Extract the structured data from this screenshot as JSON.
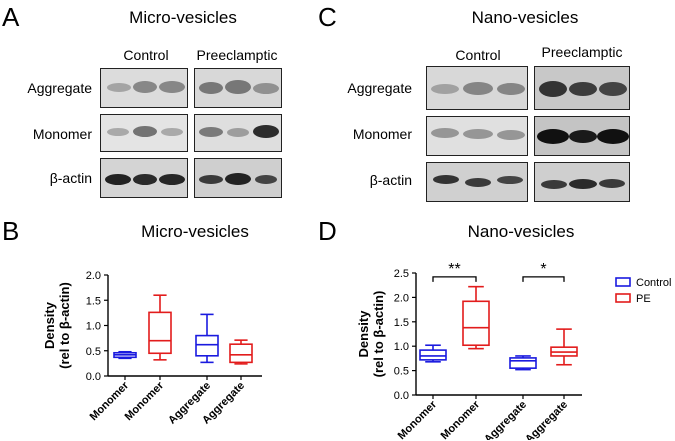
{
  "panels": {
    "A": {
      "letter": "A",
      "title": "Micro-vesicles",
      "columns": [
        "Control",
        "Preeclamptic"
      ],
      "rows": [
        "Aggregate",
        "Monomer",
        "β-actin"
      ]
    },
    "C": {
      "letter": "C",
      "title": "Nano-vesicles",
      "columns": [
        "Control",
        "Preeclamptic"
      ],
      "rows": [
        "Aggregate",
        "Monomer",
        "β-actin"
      ]
    },
    "B": {
      "letter": "B",
      "title": "Micro-vesicles"
    },
    "D": {
      "letter": "D",
      "title": "Nano-vesicles"
    }
  },
  "chart_data": [
    {
      "type": "box",
      "panel": "B",
      "title": "Micro-vesicles",
      "ylabel": "Density\n(rel to β-actin)",
      "ylim": [
        0.0,
        2.0
      ],
      "yticks": [
        "0.0",
        "0.5",
        "1.0",
        "1.5",
        "2.0"
      ],
      "categories": [
        "Monomer",
        "Monomer",
        "Aggregate",
        "Aggregate"
      ],
      "boxes": [
        {
          "group": "Control",
          "color": "#1a1adf",
          "min": 0.35,
          "q1": 0.37,
          "median": 0.42,
          "q3": 0.46,
          "max": 0.48
        },
        {
          "group": "PE",
          "color": "#e21c1c",
          "min": 0.32,
          "q1": 0.45,
          "median": 0.7,
          "q3": 1.26,
          "max": 1.6
        },
        {
          "group": "Control",
          "color": "#1a1adf",
          "min": 0.27,
          "q1": 0.4,
          "median": 0.62,
          "q3": 0.8,
          "max": 1.22
        },
        {
          "group": "PE",
          "color": "#e21c1c",
          "min": 0.24,
          "q1": 0.27,
          "median": 0.42,
          "q3": 0.63,
          "max": 0.71
        }
      ],
      "significance": []
    },
    {
      "type": "box",
      "panel": "D",
      "title": "Nano-vesicles",
      "ylabel": "Density\n(rel to β-actin)",
      "ylim": [
        0.0,
        2.5
      ],
      "yticks": [
        "0.0",
        "0.5",
        "1.0",
        "1.5",
        "2.0",
        "2.5"
      ],
      "categories": [
        "Monomer",
        "Monomer",
        "Aggregate",
        "Aggregate"
      ],
      "legend": [
        {
          "name": "Control",
          "color": "#1a1adf"
        },
        {
          "name": "PE",
          "color": "#e21c1c"
        }
      ],
      "legend_position": "right",
      "boxes": [
        {
          "group": "Control",
          "color": "#1a1adf",
          "min": 0.68,
          "q1": 0.72,
          "median": 0.8,
          "q3": 0.92,
          "max": 1.02
        },
        {
          "group": "PE",
          "color": "#e21c1c",
          "min": 0.95,
          "q1": 1.02,
          "median": 1.38,
          "q3": 1.92,
          "max": 2.22
        },
        {
          "group": "Control",
          "color": "#1a1adf",
          "min": 0.52,
          "q1": 0.55,
          "median": 0.7,
          "q3": 0.76,
          "max": 0.8
        },
        {
          "group": "PE",
          "color": "#e21c1c",
          "min": 0.62,
          "q1": 0.8,
          "median": 0.88,
          "q3": 0.98,
          "max": 1.35
        }
      ],
      "significance": [
        {
          "from": 0,
          "to": 1,
          "y": 2.42,
          "label": "**"
        },
        {
          "from": 2,
          "to": 3,
          "y": 2.42,
          "label": "*"
        }
      ]
    }
  ]
}
